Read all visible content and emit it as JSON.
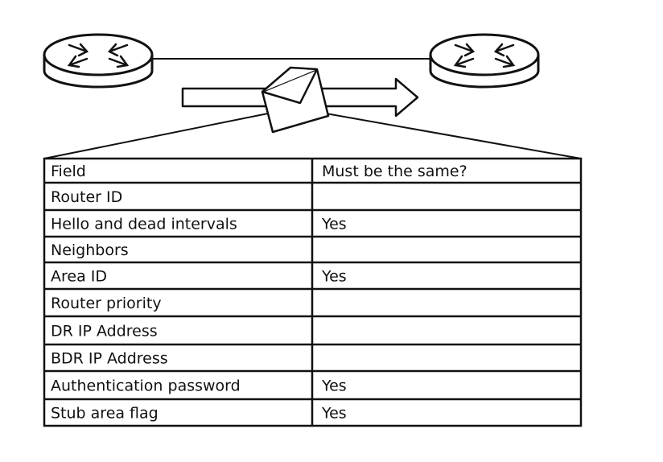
{
  "diagram": {
    "nodes": [
      {
        "id": "router-left",
        "kind": "router"
      },
      {
        "id": "router-right",
        "kind": "router"
      }
    ],
    "edges": [
      {
        "from": "router-left",
        "to": "router-right",
        "kind": "link"
      }
    ],
    "packet": {
      "kind": "envelope",
      "direction": "left-to-right"
    }
  },
  "table": {
    "headers": [
      "Field",
      "Must be the same?"
    ],
    "rows": [
      [
        "Router ID",
        ""
      ],
      [
        "Hello and dead intervals",
        "Yes"
      ],
      [
        "Neighbors",
        ""
      ],
      [
        "Area ID",
        "Yes"
      ],
      [
        "Router priority",
        ""
      ],
      [
        "DR IP Address",
        ""
      ],
      [
        "BDR IP Address",
        ""
      ],
      [
        "Authentication password",
        "Yes"
      ],
      [
        "Stub area flag",
        "Yes"
      ]
    ]
  }
}
